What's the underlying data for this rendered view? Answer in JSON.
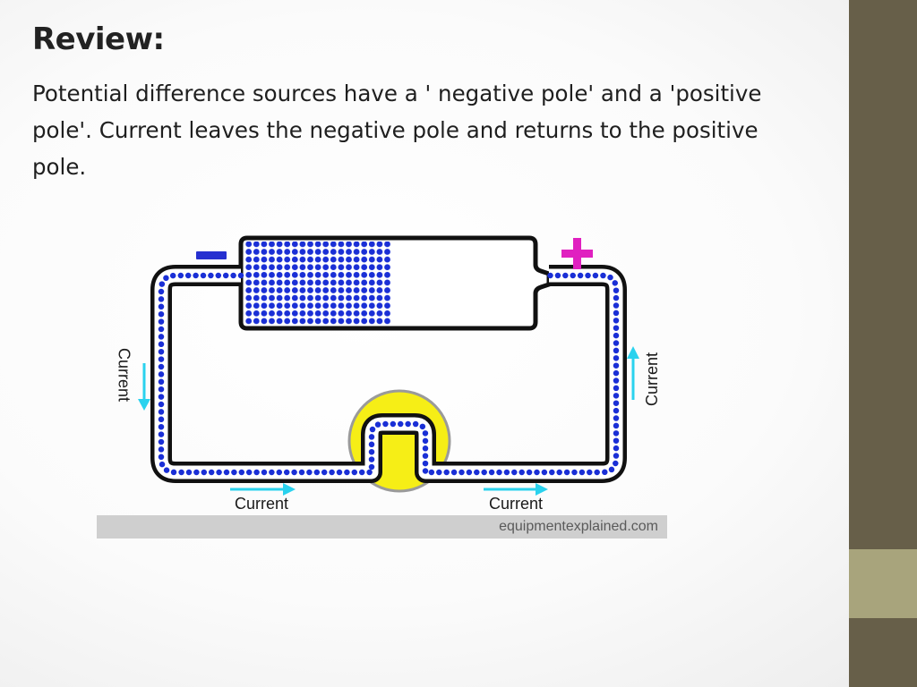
{
  "slide": {
    "title": "Review:",
    "body": "Potential difference sources have a ' negative pole' and a 'positive pole'. Current leaves the negative pole and returns to the positive pole."
  },
  "diagram": {
    "minus_sign": "−",
    "plus_sign": "+",
    "left_label": "Current",
    "right_label": "Current",
    "bottom_left_label": "Current",
    "bottom_right_label": "Current",
    "watermark": "equipmentexplained.com"
  },
  "colors": {
    "sidebar_dark": "#675f49",
    "sidebar_light": "#a8a47c",
    "electron": "#1a2fd6",
    "arrow": "#2ad2ee",
    "minus": "#2630d0",
    "plus": "#e020c0",
    "bulb": "#f6ee16"
  }
}
